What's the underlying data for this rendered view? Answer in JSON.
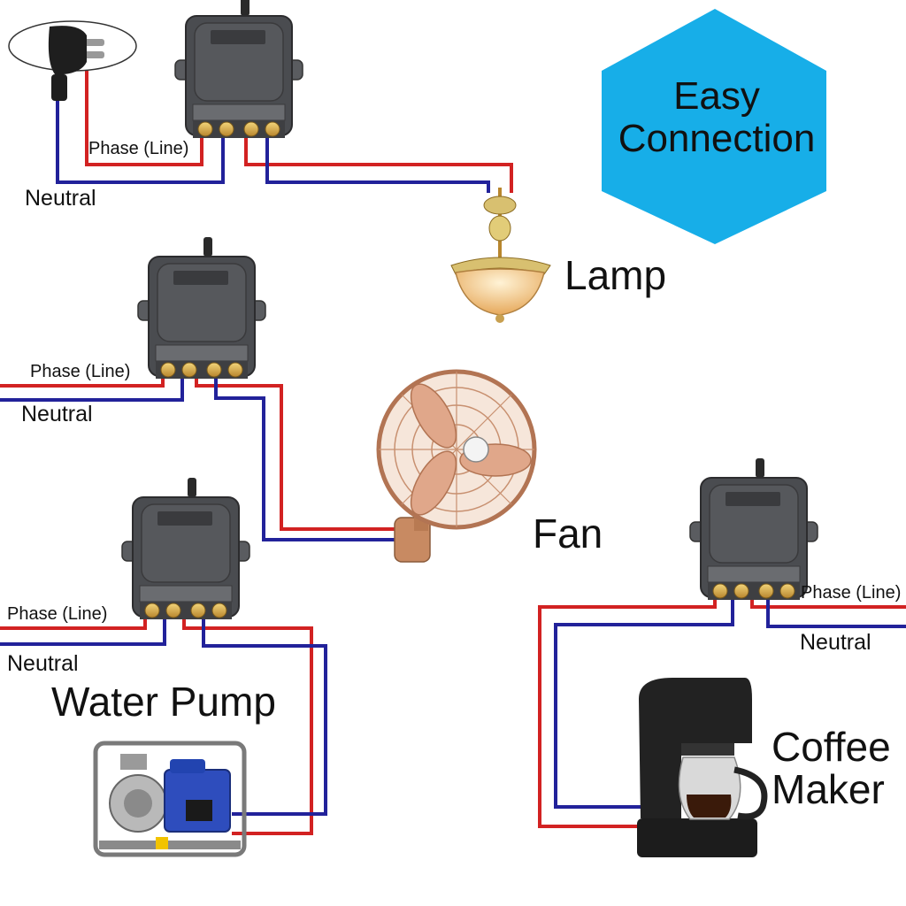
{
  "badge": {
    "line1": "Easy",
    "line2": "Connection"
  },
  "labels": {
    "phase_line": "Phase (Line)",
    "neutral": "Neutral"
  },
  "devices": {
    "lamp": "Lamp",
    "fan": "Fan",
    "water_pump": "Water Pump",
    "coffee_line1": "Coffee",
    "coffee_line2": "Maker"
  },
  "colors": {
    "phase_wire": "#d22222",
    "neutral_wire": "#22229a",
    "badge_fill": "#17aee8",
    "module_body": "#4a4c50"
  },
  "icons": [
    "power-plug-icon",
    "relay-module-icon",
    "chandelier-icon",
    "wall-fan-icon",
    "water-pump-icon",
    "coffee-maker-icon"
  ]
}
